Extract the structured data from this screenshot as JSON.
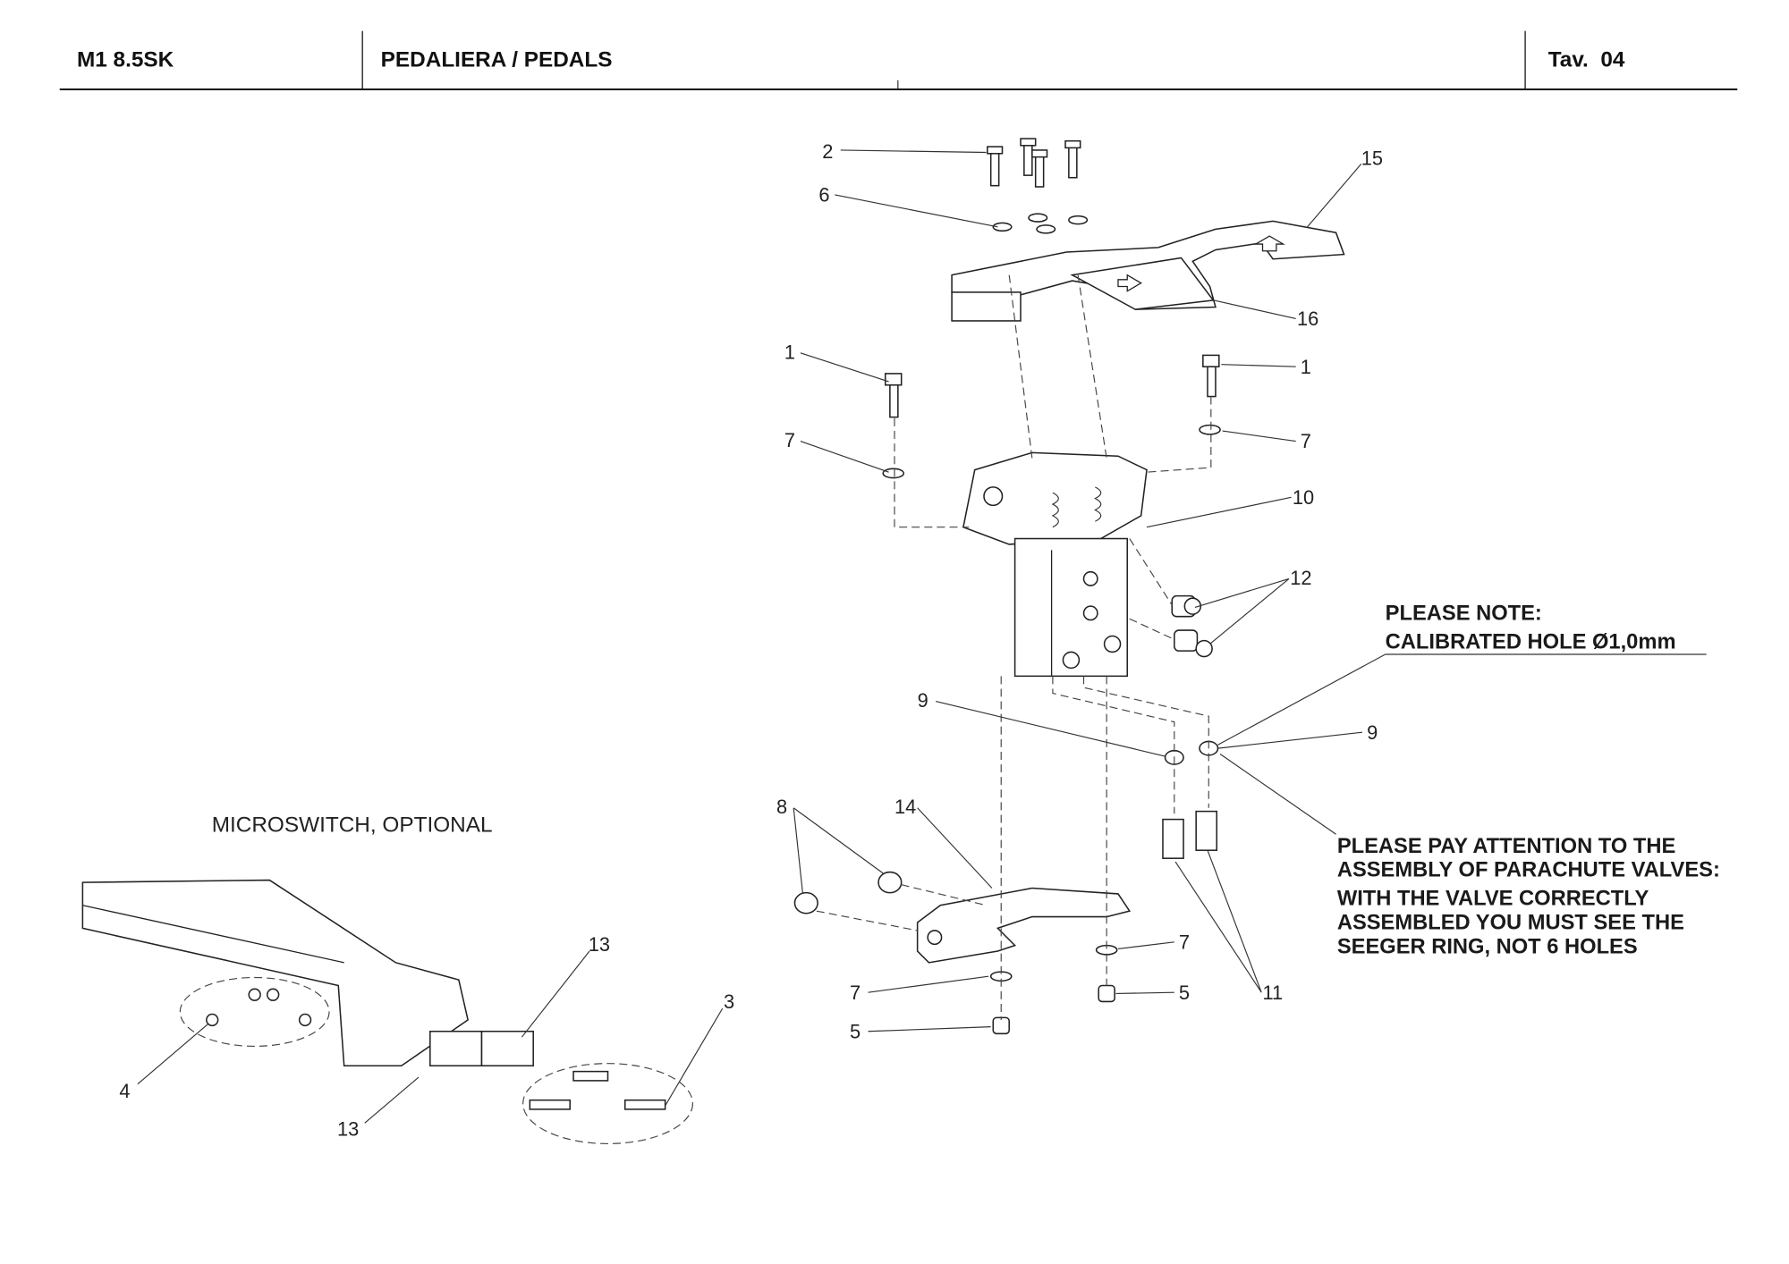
{
  "header": {
    "model": "M1 8.5SK",
    "title": "PEDALIERA / PEDALS",
    "table": "Tav.  04"
  },
  "microswitch_caption": "MICROSWITCH, OPTIONAL",
  "callouts": {
    "c2": "2",
    "c6": "6",
    "c15": "15",
    "c16": "16",
    "c1a": "1",
    "c1b": "1",
    "c7a": "7",
    "c7b": "7",
    "c10": "10",
    "c12": "12",
    "c9a": "9",
    "c9b": "9",
    "c8": "8",
    "c14": "14",
    "c7c": "7",
    "c7d": "7",
    "c5a": "5",
    "c5b": "5",
    "c11": "11",
    "c13a": "13",
    "c13b": "13",
    "c3": "3",
    "c4": "4"
  },
  "notes": {
    "calibrated": [
      "PLEASE NOTE:",
      "CALIBRATED HOLE Ø1,0mm"
    ],
    "parachute": [
      "PLEASE PAY ATTENTION TO THE",
      "ASSEMBLY OF PARACHUTE VALVES:",
      "WITH THE VALVE CORRECTLY",
      "ASSEMBLED YOU MUST SEE THE",
      "SEEGER RING, NOT 6 HOLES"
    ]
  }
}
